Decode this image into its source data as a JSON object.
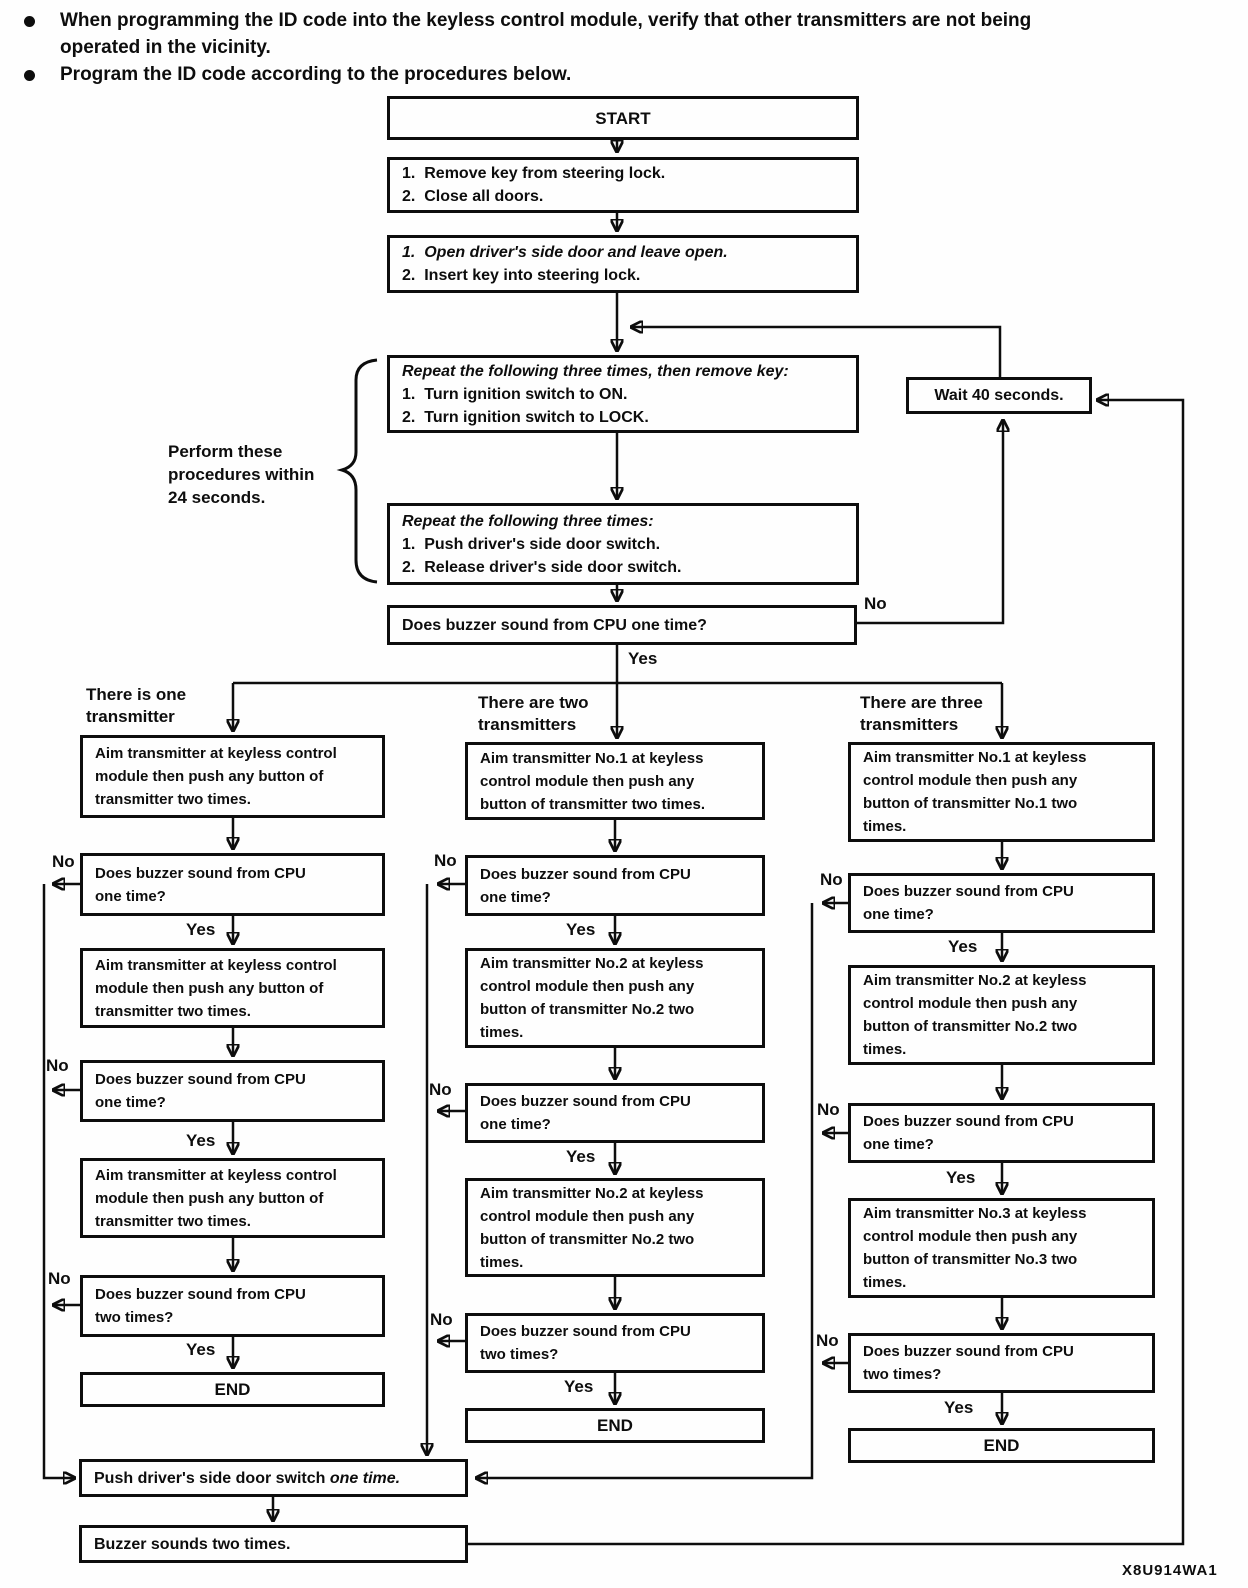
{
  "notes": {
    "bullet1": "When programming the ID code into the keyless control module, verify that other transmitters are not being\noperated in the vicinity.",
    "bullet2": "Program the ID code according to the procedures below."
  },
  "labels": {
    "yes": "Yes",
    "no": "No"
  },
  "flow": {
    "start": "START",
    "prep_keys": "1.  Remove key from steering lock.\n2.  Close all doors.",
    "prep_door_italic": "1.  Open driver's side door and leave open.\n",
    "prep_door_rest": "2.  Insert key into steering lock.",
    "brace_note": "Perform these\nprocedures within\n24 seconds.",
    "repeat_ignition_italic": "Repeat the following three times, then remove key:\n",
    "repeat_ignition_rest": "1.  Turn ignition switch to ON.\n2.  Turn ignition switch to LOCK.",
    "wait": "Wait 40 seconds.",
    "repeat_door_italic": "Repeat the following three times:\n",
    "repeat_door_rest": "1.  Push driver's side door switch.\n2.  Release driver's side door switch.",
    "q_buzzer_once": "Does buzzer sound from CPU one time?",
    "push_door": "Push driver's side door switch ",
    "push_door_em": "one time.",
    "buzzer_twice": "Buzzer sounds two times.",
    "figure_code": "X8U914WA1"
  },
  "branch_one": {
    "header": "There is one\ntransmitter",
    "aim": "Aim transmitter at keyless control\nmodule then push any button of\ntransmitter two times.",
    "q_one": "Does buzzer sound from CPU\none time?",
    "q_two": "Does buzzer sound from CPU\ntwo times?",
    "end": "END"
  },
  "branch_two": {
    "header": "There are two\ntransmitters",
    "aim1": "Aim transmitter No.1 at keyless\ncontrol module then push any\nbutton of transmitter two times.",
    "aim2": "Aim transmitter No.2 at keyless\ncontrol module then push any\nbutton of transmitter No.2 two\ntimes.",
    "q_one": "Does buzzer sound from CPU\none time?",
    "q_two": "Does buzzer sound from CPU\ntwo times?",
    "end": "END"
  },
  "branch_three": {
    "header": "There are three\ntransmitters",
    "aim1": "Aim transmitter No.1 at keyless\ncontrol module then push any\nbutton of transmitter No.1 two\ntimes.",
    "aim2": "Aim transmitter No.2 at keyless\ncontrol module then push any\nbutton of transmitter No.2 two\ntimes.",
    "aim3": "Aim transmitter No.3 at keyless\ncontrol module then push any\nbutton of transmitter No.3 two\ntimes.",
    "q_one": "Does buzzer sound from CPU\none time?",
    "q_two": "Does buzzer sound from CPU\ntwo times?",
    "end": "END"
  }
}
